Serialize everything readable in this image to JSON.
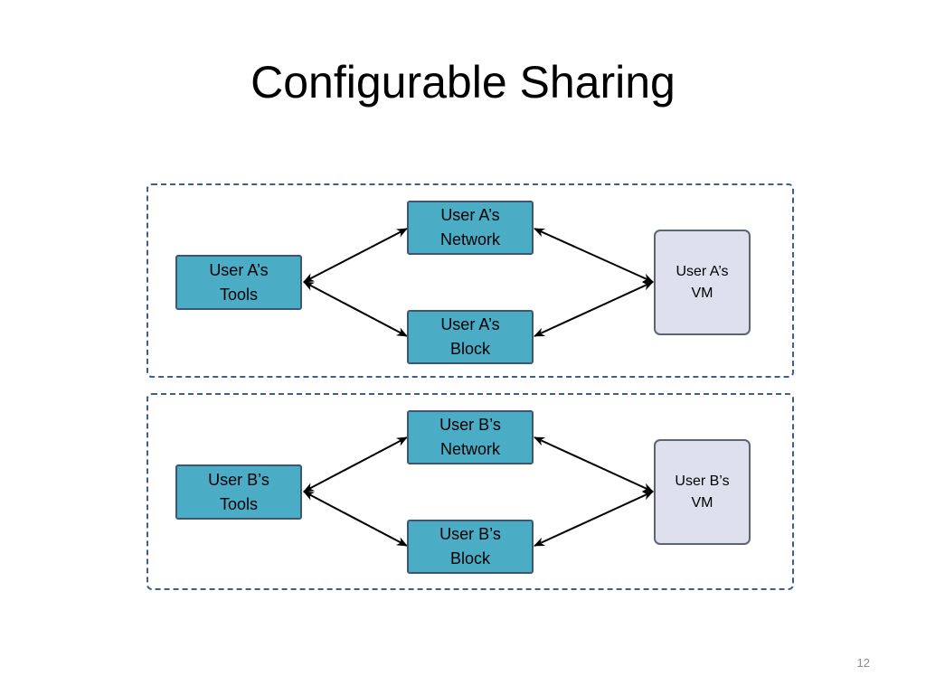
{
  "slide": {
    "title": "Configurable Sharing",
    "page_number": "12"
  },
  "colors": {
    "component_fill": "#4bacc6",
    "component_border": "#3d5671",
    "vm_fill": "#dfe0ee",
    "group_border": "#3e5f8a",
    "arrow": "#000000"
  },
  "groups": [
    {
      "tools": "User A’s\nTools",
      "network": "User A’s\nNetwork",
      "block": "User A’s\nBlock",
      "vm": "User A’s\nVM"
    },
    {
      "tools": "User B’s\nTools",
      "network": "User B’s\nNetwork",
      "block": "User B’s\nBlock",
      "vm": "User B’s\nVM"
    }
  ],
  "connections": [
    {
      "from": "tools",
      "to": "network",
      "bidirectional": true
    },
    {
      "from": "tools",
      "to": "block",
      "bidirectional": true
    },
    {
      "from": "network",
      "to": "vm",
      "bidirectional": true
    },
    {
      "from": "block",
      "to": "vm",
      "bidirectional": true
    }
  ]
}
